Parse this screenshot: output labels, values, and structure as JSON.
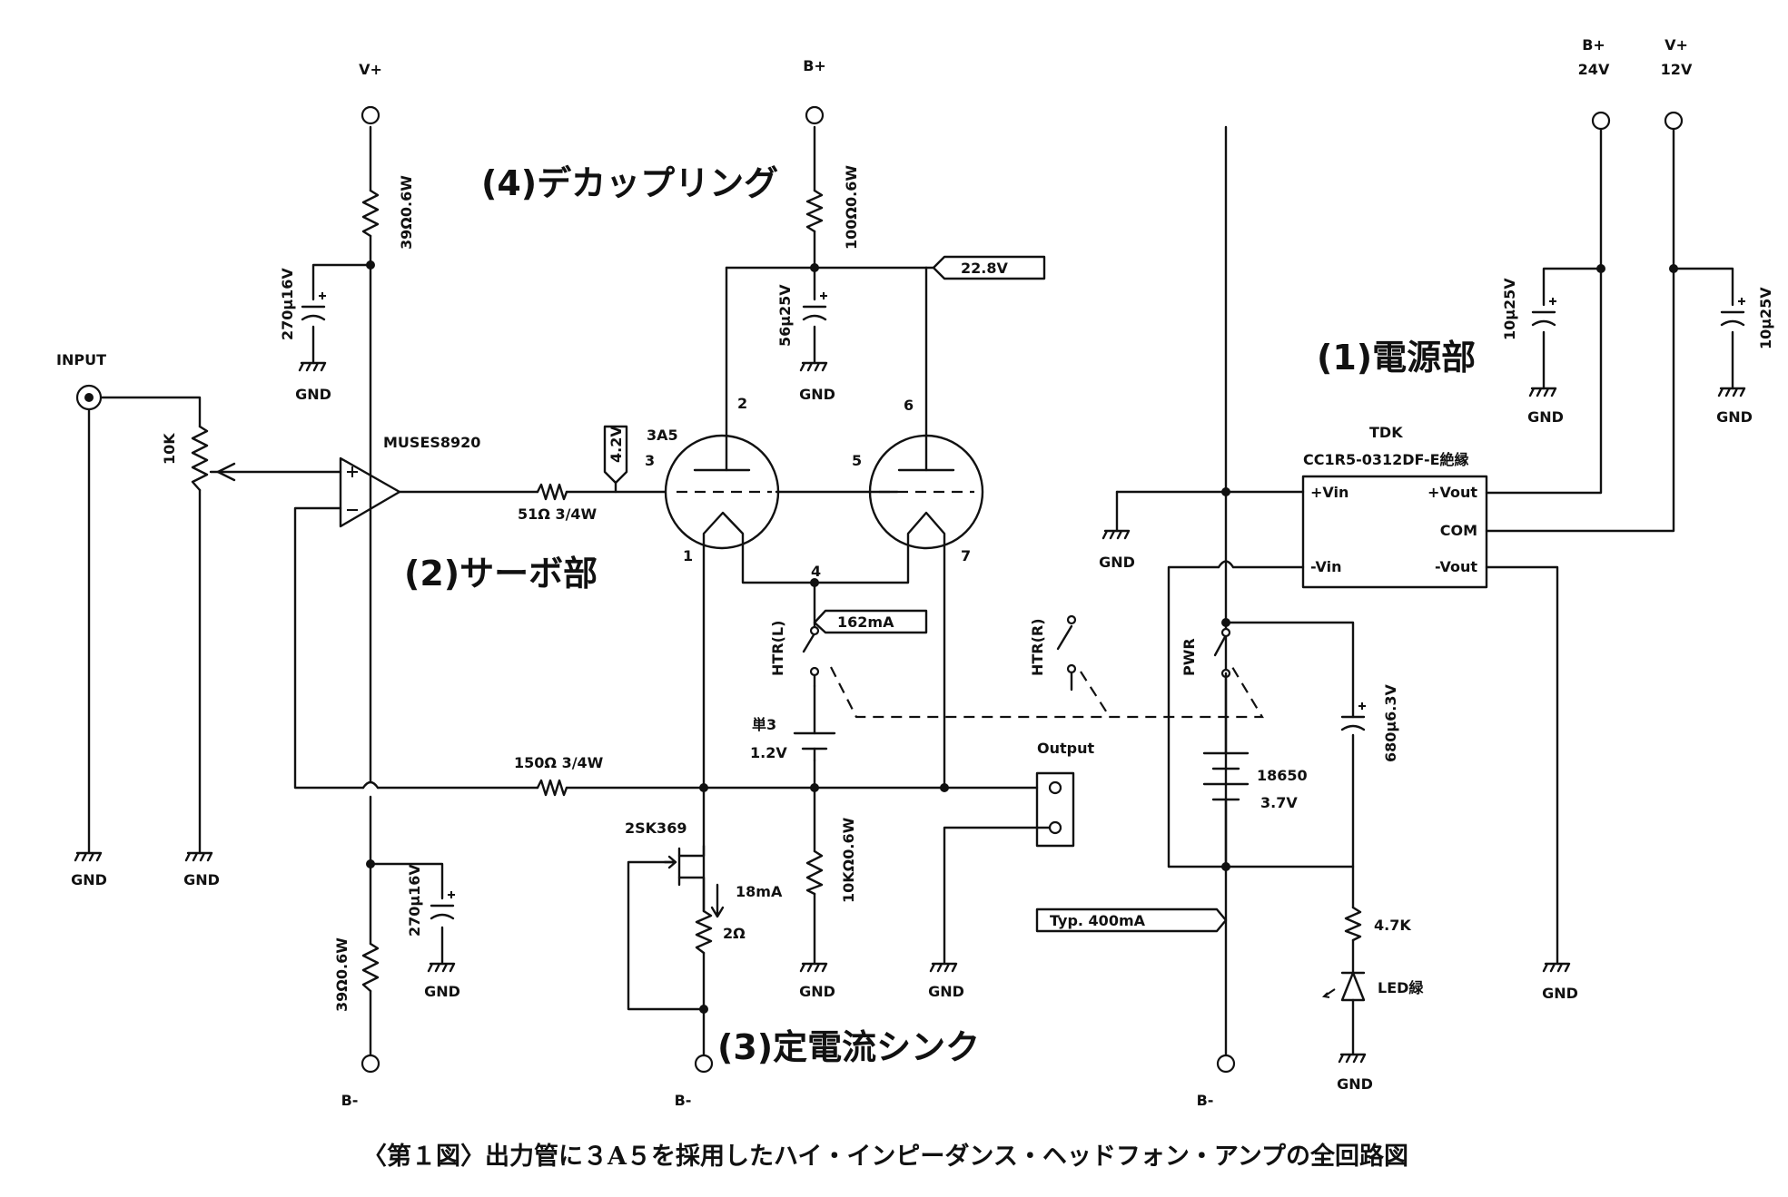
{
  "rails": {
    "vplus": "V+",
    "bplus": "B+",
    "bminus": "B-",
    "bplus_24v": "24V",
    "vplus_12v": "12V"
  },
  "ground": "GND",
  "sections": {
    "s1": "(1)電源部",
    "s2": "(2)サーボ部",
    "s3": "(3)定電流シンク",
    "s4": "(4)デカップリング"
  },
  "input": {
    "label": "INPUT",
    "pot": "10K"
  },
  "opamp": "MUSES8920",
  "parts": {
    "r_top_servo": "39Ω0.6W",
    "c_top_servo": "270μ16V",
    "r_bot_servo": "39Ω0.6W",
    "c_bot_servo": "270μ16V",
    "r_grid": "51Ω 3/4W",
    "r_fb": "150Ω 3/4W",
    "r_plate": "100Ω0.6W",
    "c_plate": "56μ25V",
    "tube": "3A5",
    "fet": "2SK369",
    "r_source": "2Ω",
    "r_heater": "10KΩ0.6W",
    "cell": "単3",
    "cell_v": "1.2V",
    "battery": "18650",
    "battery_v": "3.7V",
    "c_bat": "680μ6.3V",
    "r_led": "4.7K",
    "led": "LED緑",
    "c_24": "10μ25V",
    "c_12": "10μ25V",
    "output": "Output"
  },
  "switches": {
    "htr_l": "HTR(L)",
    "htr_r": "HTR(R)",
    "pwr": "PWR"
  },
  "pins": {
    "p1": "1",
    "p2": "2",
    "p3": "3",
    "p4": "4",
    "p5": "5",
    "p6": "6",
    "p7": "7"
  },
  "values": {
    "plate_v": "22.8V",
    "grid_v": "4.2V",
    "heater_i": "162mA",
    "sink_i": "18mA",
    "typ_i": "Typ. 400mA"
  },
  "converter": {
    "maker": "TDK",
    "model": "CC1R5-0312DF-E絶縁",
    "vin_p": "+Vin",
    "vin_n": "-Vin",
    "vout_p": "+Vout",
    "com": "COM",
    "vout_n": "-Vout"
  },
  "caption": "〈第１図〉出力管に３A５を採用したハイ・インピーダンス・ヘッドフォン・アンプの全回路図"
}
